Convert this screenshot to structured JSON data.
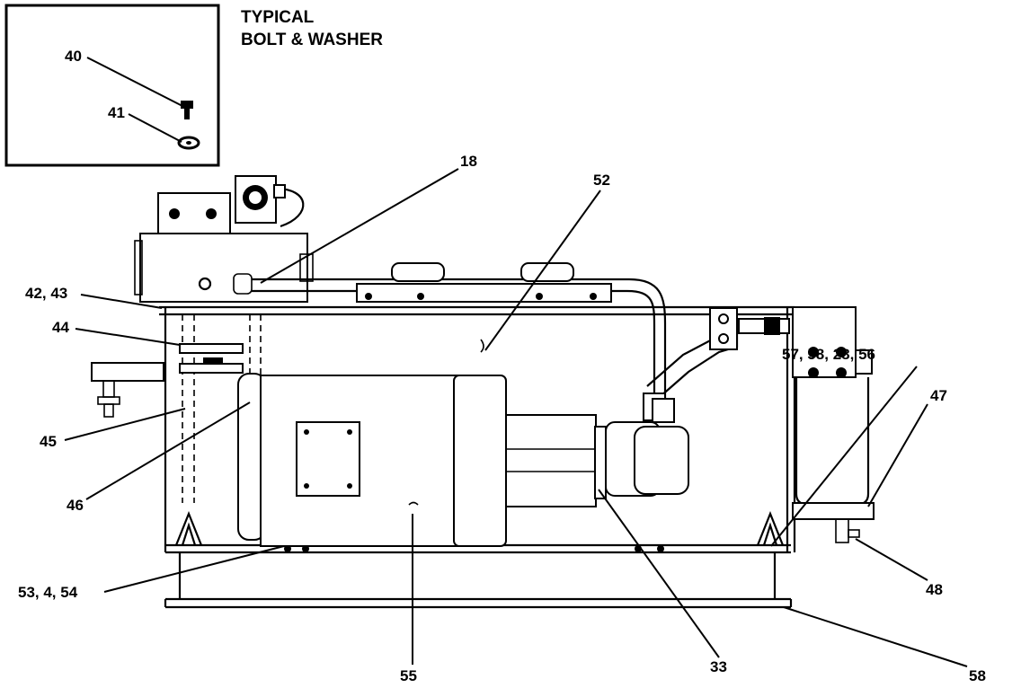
{
  "inset": {
    "title_line1": "TYPICAL",
    "title_line2": "BOLT & WASHER",
    "callouts": [
      "40",
      "41"
    ]
  },
  "callouts": {
    "c18": "18",
    "c52": "52",
    "c42_43": "42, 43",
    "c44": "44",
    "c45": "45",
    "c46": "46",
    "c53_4_54": "53, 4, 54",
    "c55": "55",
    "c33": "33",
    "c57_58_28_56": "57, 58, 28, 56",
    "c47": "47",
    "c48": "48",
    "c58": "58"
  }
}
